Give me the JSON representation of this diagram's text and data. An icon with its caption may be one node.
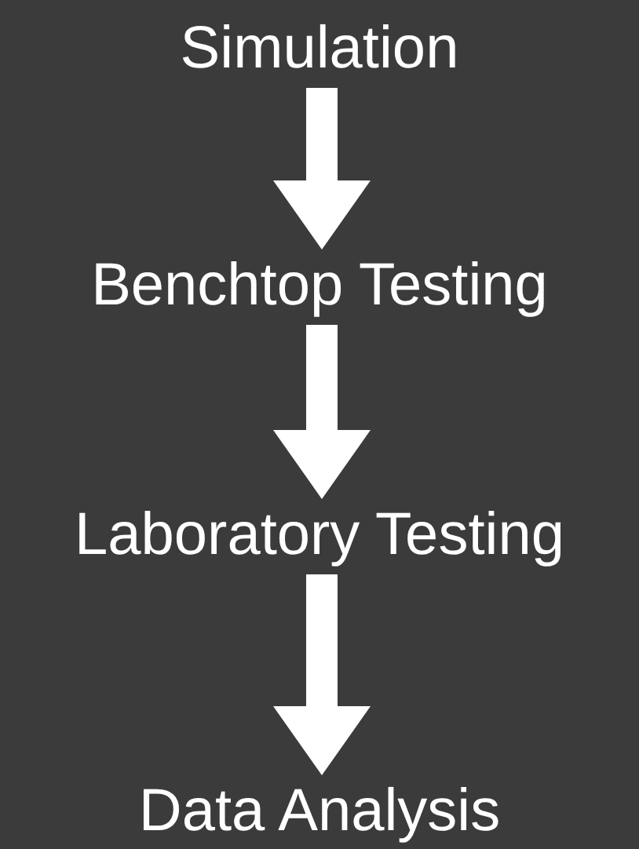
{
  "diagram": {
    "nodes": [
      {
        "text": [
          "Simulation"
        ]
      },
      {
        "text": [
          "Benchtop Testing"
        ]
      },
      {
        "text": [
          "Laboratory Testing"
        ]
      },
      {
        "text": [
          "Data Analysis"
        ]
      }
    ],
    "edges": [
      {
        "from": 0,
        "to": 1,
        "arrow": "to"
      },
      {
        "from": 1,
        "to": 2,
        "arrow": "to"
      },
      {
        "from": 2,
        "to": 3,
        "arrow": "to"
      }
    ]
  }
}
